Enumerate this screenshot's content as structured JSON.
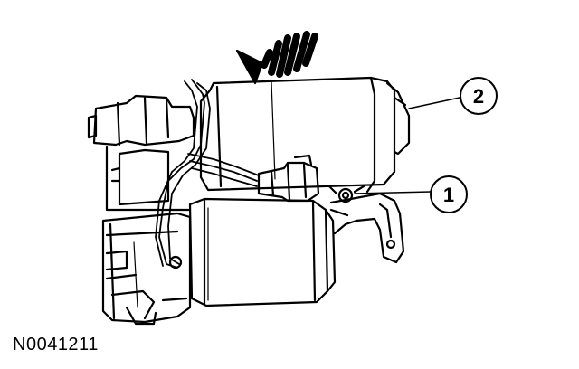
{
  "callouts": [
    {
      "label": "1"
    },
    {
      "label": "2"
    }
  ],
  "figure_id": "N0041211"
}
